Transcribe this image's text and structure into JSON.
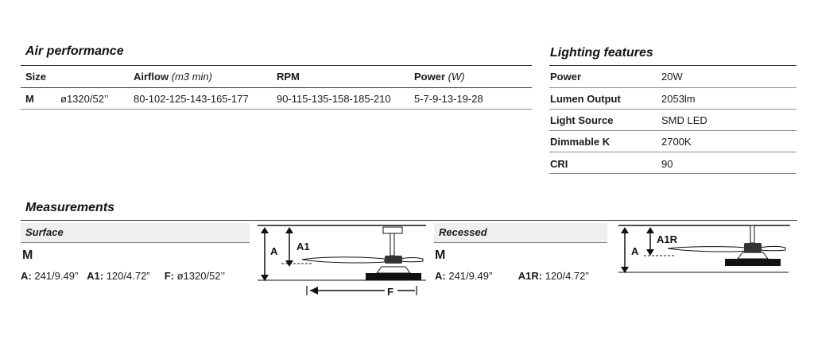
{
  "air_performance": {
    "title": "Air performance",
    "headers": {
      "size": "Size",
      "airflow": "Airflow",
      "airflow_unit": "(m3 min)",
      "rpm": "RPM",
      "power": "Power",
      "power_unit": "(W)"
    },
    "row": {
      "size": "M",
      "diameter": "ø1320/52’’",
      "airflow": "80-102-125-143-165-177",
      "rpm": "90-115-135-158-185-210",
      "power": "5-7-9-13-19-28"
    }
  },
  "lighting_features": {
    "title": "Lighting features",
    "rows": [
      {
        "label": "Power",
        "value": "20W"
      },
      {
        "label": "Lumen Output",
        "value": "2053lm"
      },
      {
        "label": "Light Source",
        "value": "SMD LED"
      },
      {
        "label": "Dimmable K",
        "value": "2700K"
      },
      {
        "label": "CRI",
        "value": "90"
      }
    ]
  },
  "measurements": {
    "title": "Measurements",
    "surface": {
      "label": "Surface",
      "size": "M",
      "a_label": "A:",
      "a_value": "241/9.49”",
      "a1_label": "A1:",
      "a1_value": "120/4.72”",
      "f_label": "F:",
      "f_value": "ø1320/52’’",
      "diagram": {
        "a": "A",
        "a1": "A1",
        "f": "F"
      }
    },
    "recessed": {
      "label": "Recessed",
      "size": "M",
      "a_label": "A:",
      "a_value": "241/9.49”",
      "a1r_label": "A1R:",
      "a1r_value": "120/4.72”",
      "diagram": {
        "a": "A",
        "a1r": "A1R"
      }
    }
  }
}
